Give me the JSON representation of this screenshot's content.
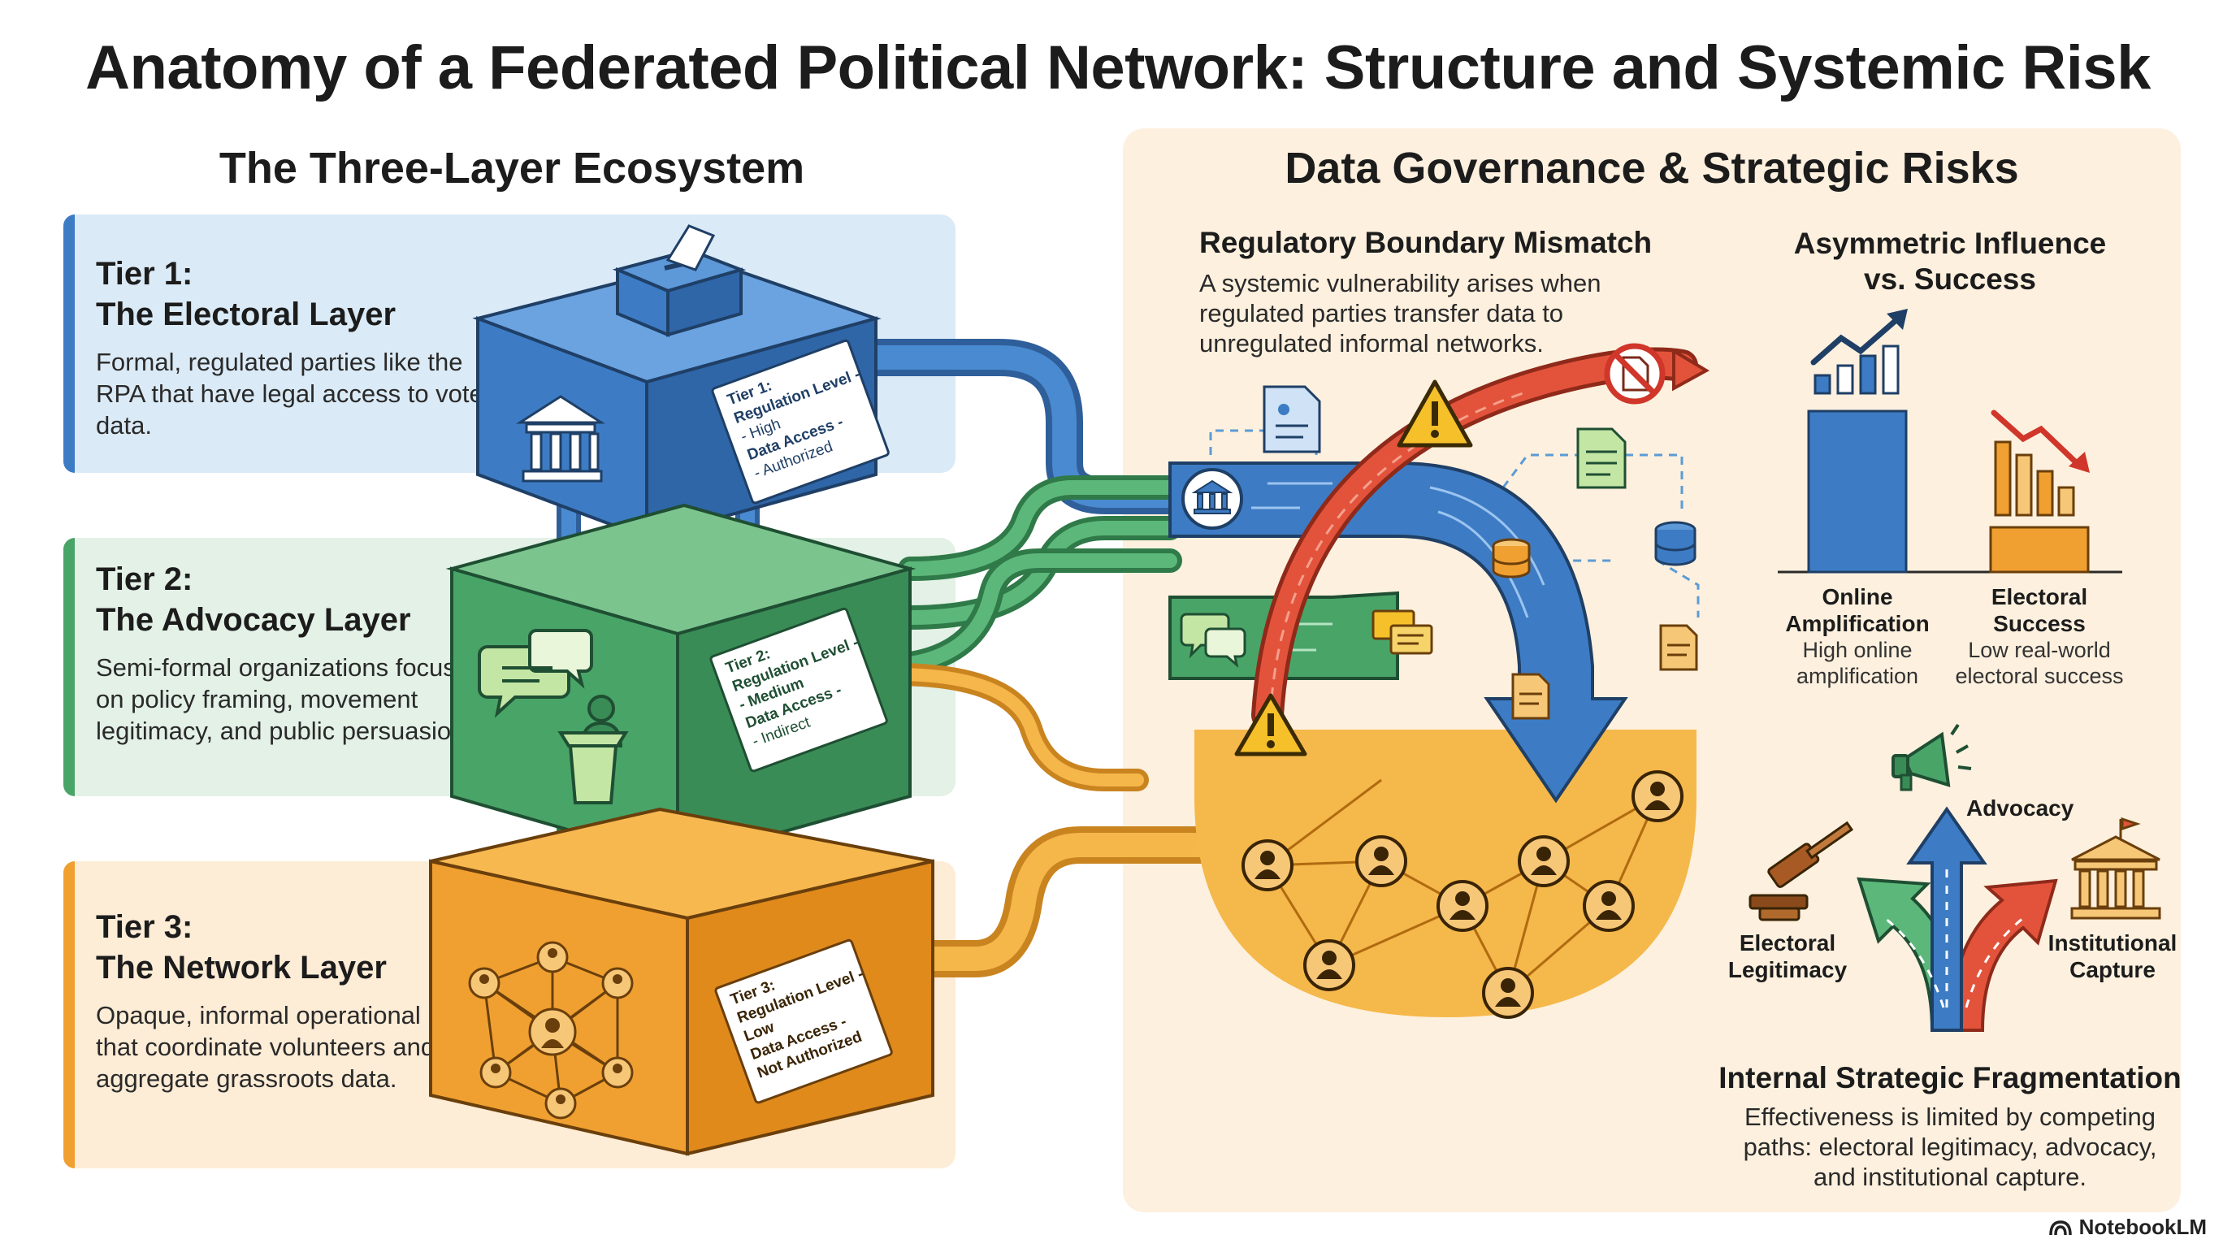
{
  "title": "Anatomy of a Federated Political Network: Structure and Systemic Risk",
  "left": {
    "heading": "The Three-Layer Ecosystem",
    "tiers": [
      {
        "number": "Tier 1:",
        "name": "The Electoral Layer",
        "description": "Formal, regulated parties like the RPA that have legal access to voter data.",
        "tag": [
          "Tier 1:",
          "Regulation Level -",
          "- High",
          "Data Access -",
          "- Authorized"
        ]
      },
      {
        "number": "Tier 2:",
        "name": "The Advocacy Layer",
        "description": "Semi-formal organizations focused on policy framing, movement legitimacy, and public persuasion.",
        "tag": [
          "Tier 2:",
          "Regulation Level -",
          "- Medium",
          "Data Access -",
          "- Indirect"
        ]
      },
      {
        "number": "Tier 3:",
        "name": "The Network Layer",
        "description": "Opaque, informal operational nodes that coordinate volunteers and aggregate grassroots data.",
        "tag": [
          "Tier 3:",
          "Regulation Level -",
          "Low",
          "Data Access -",
          "Not Authorized"
        ]
      }
    ]
  },
  "right": {
    "heading": "Data Governance & Strategic Risks",
    "mismatch": {
      "title": "Regulatory Boundary Mismatch",
      "text": "A systemic vulnerability arises when regulated parties transfer data to unregulated informal networks."
    },
    "asymmetric": {
      "title_line1": "Asymmetric Influence",
      "title_line2": "vs. Success",
      "online_label_line1": "Online",
      "online_label_line2": "Amplification",
      "online_desc_line1": "High online",
      "online_desc_line2": "amplification",
      "electoral_label_line1": "Electoral",
      "electoral_label_line2": "Success",
      "electoral_desc_line1": "Low real-world",
      "electoral_desc_line2": "electoral success",
      "bars": [
        {
          "name": "Online Amplification",
          "level": 0.9,
          "color": "#3d7cc4"
        },
        {
          "name": "Electoral Success",
          "level": 0.25,
          "color": "#f0a030"
        }
      ]
    },
    "fragmentation": {
      "advocacy_label": "Advocacy",
      "electoral_line1": "Electoral",
      "electoral_line2": "Legitimacy",
      "institutional_line1": "Institutional",
      "institutional_line2": "Capture",
      "title": "Internal Strategic Fragmentation",
      "text_line1": "Effectiveness is limited by competing",
      "text_line2": "paths: electoral legitimacy, advocacy,",
      "text_line3": "and institutional capture."
    }
  },
  "brand": "NotebookLM",
  "colors": {
    "tier1": "#3d7cc4",
    "tier2": "#49a468",
    "tier3": "#f0a030",
    "risk_red": "#e3533b",
    "warning_yellow": "#f5c02a",
    "panel": "#fdf0de"
  }
}
